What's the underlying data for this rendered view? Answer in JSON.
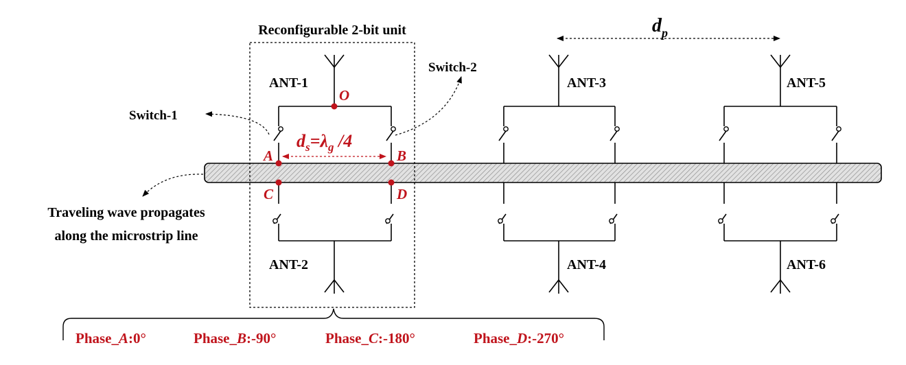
{
  "unit_title": "Reconfigurable 2-bit unit",
  "switch1": "Switch-1",
  "switch2": "Switch-2",
  "antennas": {
    "ant1": "ANT-1",
    "ant2": "ANT-2",
    "ant3": "ANT-3",
    "ant4": "ANT-4",
    "ant5": "ANT-5",
    "ant6": "ANT-6"
  },
  "points": {
    "o": "O",
    "a": "A",
    "b": "B",
    "c": "C",
    "d": "D"
  },
  "spacing": {
    "ds_main": "d",
    "ds_sub": "s",
    "ds_eq": "=λ",
    "ds_eq_sub": "g",
    "ds_tail": " /4",
    "dp_main": "d",
    "dp_sub": "p"
  },
  "traveling_wave": {
    "line1": "Traveling wave propagates",
    "line2": "along the microstrip line"
  },
  "phases": {
    "a_prefix": "Phase_",
    "a_letter": "A",
    "a_value": ":0°",
    "b_prefix": "Phase_",
    "b_letter": "B",
    "b_value": ":-90°",
    "c_prefix": "Phase_",
    "c_letter": "C",
    "c_value": ":-180°",
    "d_prefix": "Phase_",
    "d_letter": "D",
    "d_value": ":-270°"
  },
  "colors": {
    "annotation": "#c0141c",
    "line": "#000000",
    "hatch_fill": "#d9d9d9"
  }
}
